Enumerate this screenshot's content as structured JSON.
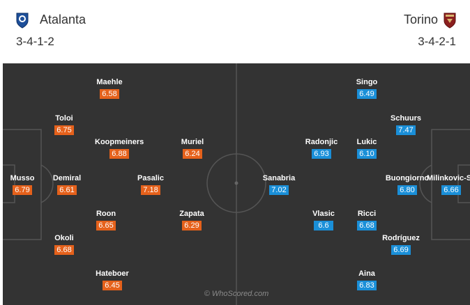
{
  "home": {
    "name": "Atalanta",
    "formation": "3-4-1-2",
    "crest_icon": "atalanta-crest-icon",
    "rating_color": "#e5611b",
    "players": [
      {
        "name": "Musso",
        "rating": "6.79"
      },
      {
        "name": "Toloi",
        "rating": "6.75"
      },
      {
        "name": "Demiral",
        "rating": "6.61"
      },
      {
        "name": "Okoli",
        "rating": "6.68"
      },
      {
        "name": "Maehle",
        "rating": "6.58"
      },
      {
        "name": "Koopmeiners",
        "rating": "6.88"
      },
      {
        "name": "Roon",
        "rating": "6.65"
      },
      {
        "name": "Hateboer",
        "rating": "6.45"
      },
      {
        "name": "Pasalic",
        "rating": "7.18"
      },
      {
        "name": "Muriel",
        "rating": "6.24"
      },
      {
        "name": "Zapata",
        "rating": "6.29"
      }
    ]
  },
  "away": {
    "name": "Torino",
    "formation": "3-4-2-1",
    "crest_icon": "torino-crest-icon",
    "rating_color": "#1a8fd8",
    "players": [
      {
        "name": "Milinkovic-Savic",
        "rating": "6.66"
      },
      {
        "name": "Schuurs",
        "rating": "7.47"
      },
      {
        "name": "Buongiorno",
        "rating": "6.80"
      },
      {
        "name": "Rodríguez",
        "rating": "6.69"
      },
      {
        "name": "Singo",
        "rating": "6.49"
      },
      {
        "name": "Lukic",
        "rating": "6.10"
      },
      {
        "name": "Ricci",
        "rating": "6.68"
      },
      {
        "name": "Aina",
        "rating": "6.83"
      },
      {
        "name": "Radonjic",
        "rating": "6.93"
      },
      {
        "name": "Vlasic",
        "rating": "6.6"
      },
      {
        "name": "Sanabria",
        "rating": "7.02"
      }
    ]
  },
  "watermark": "© WhoScored.com",
  "pitch_color": "#333333"
}
